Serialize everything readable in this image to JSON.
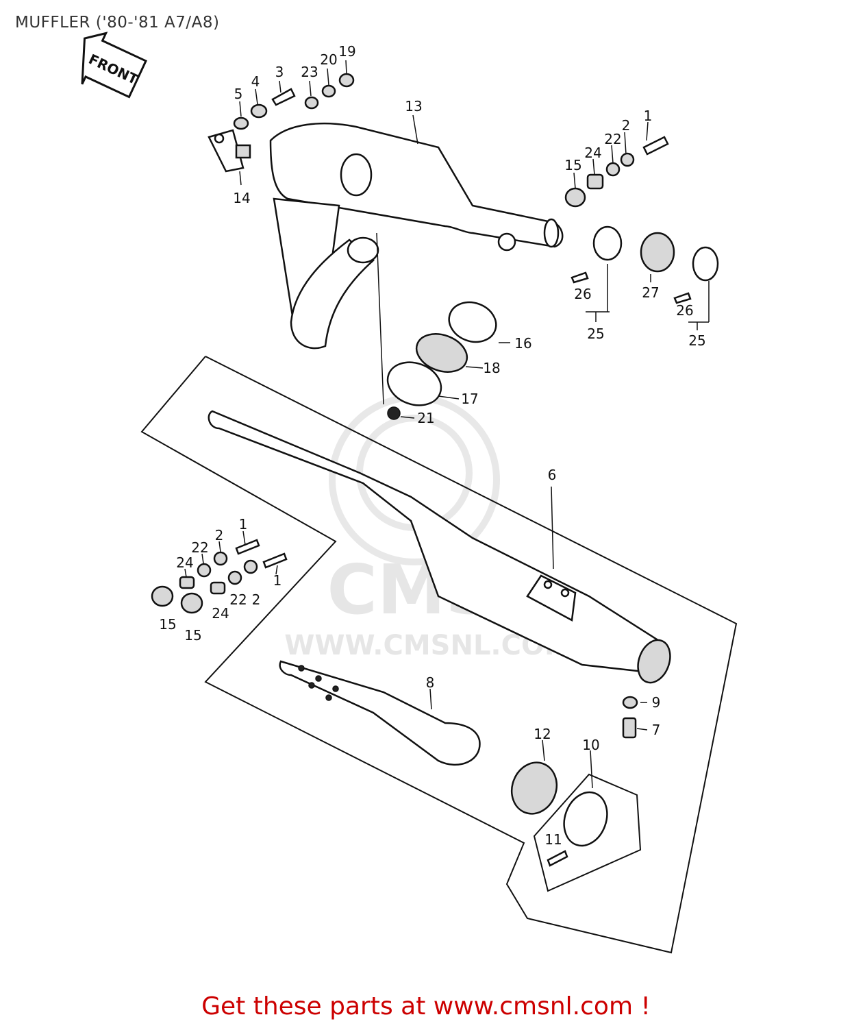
{
  "title": "MUFFLER ('80-'81 A7/A8)",
  "direction_arrow": "FRONT",
  "watermark": {
    "logo_text": "CMS",
    "url": "WWW.CMSNL.COM"
  },
  "footer": {
    "text": "Get these parts at www.cmsnl.com !",
    "color": "#cc0000"
  },
  "callouts": {
    "c1a": "1",
    "c2a": "2",
    "c22a": "22",
    "c24a": "24",
    "c15a": "15",
    "c3": "3",
    "c4": "4",
    "c5": "5",
    "c14": "14",
    "c23": "23",
    "c20": "20",
    "c19": "19",
    "c13": "13",
    "c16": "16",
    "c18": "18",
    "c17": "17",
    "c21": "21",
    "c25a": "25",
    "c25b": "25",
    "c26a": "26",
    "c26b": "26",
    "c27": "27",
    "c6": "6",
    "c1b": "1",
    "c1c": "1",
    "c2b": "2",
    "c2c": "2",
    "c22b": "22",
    "c22c": "22",
    "c24b": "24",
    "c24c": "24",
    "c15b": "15",
    "c15c": "15",
    "c8": "8",
    "c9": "9",
    "c7": "7",
    "c12": "12",
    "c10": "10",
    "c11": "11"
  }
}
